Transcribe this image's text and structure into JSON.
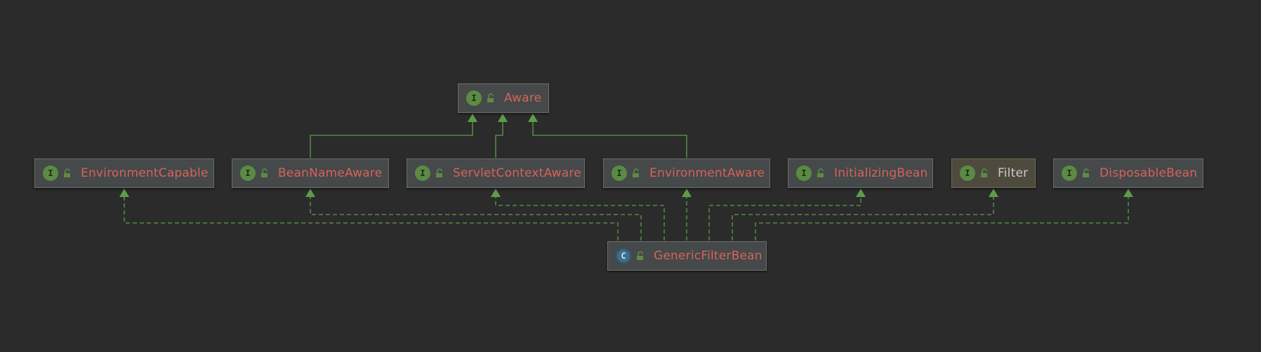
{
  "diagram": {
    "nodes": {
      "aware": {
        "label": "Aware",
        "kind": "interface",
        "badge": "I"
      },
      "environment_capable": {
        "label": "EnvironmentCapable",
        "kind": "interface",
        "badge": "I"
      },
      "bean_name_aware": {
        "label": "BeanNameAware",
        "kind": "interface",
        "badge": "I"
      },
      "servlet_context_aware": {
        "label": "ServletContextAware",
        "kind": "interface",
        "badge": "I"
      },
      "environment_aware": {
        "label": "EnvironmentAware",
        "kind": "interface",
        "badge": "I"
      },
      "initializing_bean": {
        "label": "InitializingBean",
        "kind": "interface",
        "badge": "I"
      },
      "filter": {
        "label": "Filter",
        "kind": "interface",
        "badge": "I"
      },
      "disposable_bean": {
        "label": "DisposableBean",
        "kind": "interface",
        "badge": "I"
      },
      "generic_filter_bean": {
        "label": "GenericFilterBean",
        "kind": "class",
        "badge": "C"
      }
    },
    "edges": [
      {
        "from": "bean_name_aware",
        "to": "aware",
        "type": "extends"
      },
      {
        "from": "servlet_context_aware",
        "to": "aware",
        "type": "extends"
      },
      {
        "from": "environment_aware",
        "to": "aware",
        "type": "extends"
      },
      {
        "from": "generic_filter_bean",
        "to": "environment_capable",
        "type": "implements"
      },
      {
        "from": "generic_filter_bean",
        "to": "bean_name_aware",
        "type": "implements"
      },
      {
        "from": "generic_filter_bean",
        "to": "servlet_context_aware",
        "type": "implements"
      },
      {
        "from": "generic_filter_bean",
        "to": "environment_aware",
        "type": "implements"
      },
      {
        "from": "generic_filter_bean",
        "to": "initializing_bean",
        "type": "implements"
      },
      {
        "from": "generic_filter_bean",
        "to": "filter",
        "type": "implements"
      },
      {
        "from": "generic_filter_bean",
        "to": "disposable_bean",
        "type": "implements"
      }
    ],
    "colors": {
      "background": "#2b2b2b",
      "edge": "#5e9b4a",
      "interface_badge": "#5b8b43",
      "class_badge": "#3d6e8c",
      "label": "#d7625a"
    }
  }
}
